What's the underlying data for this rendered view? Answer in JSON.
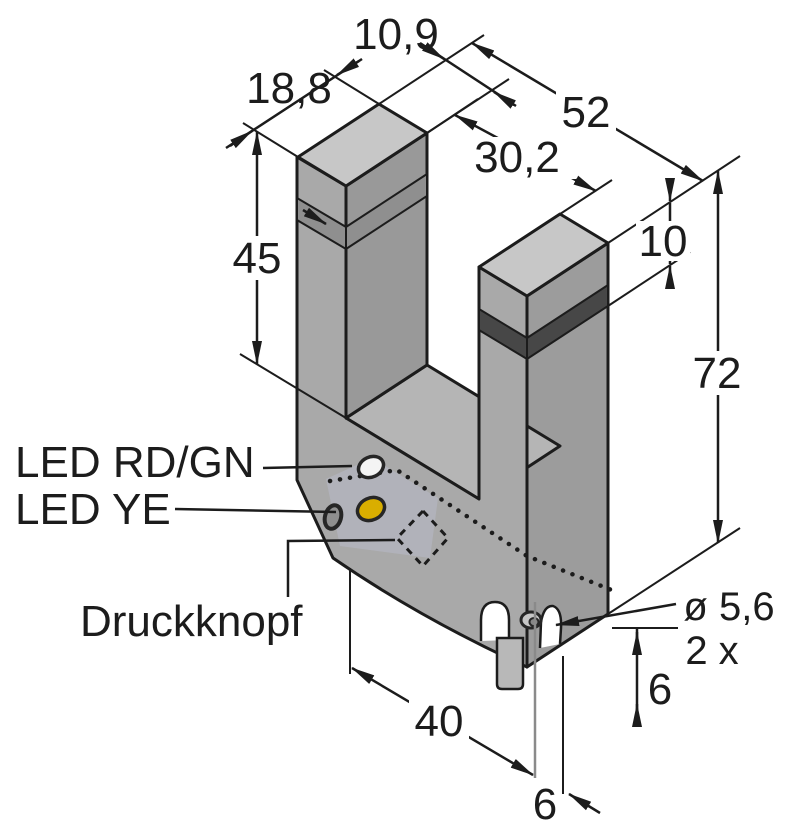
{
  "dims": {
    "arm_thickness": "10,9",
    "housing_depth": "18,8",
    "overall_width": "52",
    "slot_width": "30,2",
    "slot_depth": "45",
    "window_offset": "10",
    "overall_height": "72",
    "hole_diameter": "ø 5,6",
    "hole_count": "2 x",
    "hole_height": "6",
    "hole_spacing": "40",
    "cable_offset": "6"
  },
  "labels": {
    "led_rd_gn": "LED RD/GN",
    "led_ye": "LED YE",
    "pushbutton": "Druckknopf"
  },
  "colors": {
    "line": "#1c1c1c",
    "body_front": "#a9a9a9",
    "body_top": "#c7c7c7",
    "body_side": "#9c9c9c",
    "slot_inner": "#999999",
    "slot_floor": "#b5b5b5",
    "window_band": "#474747",
    "led_yellow": "#d9ae00",
    "led_white": "#f4f4f4"
  }
}
